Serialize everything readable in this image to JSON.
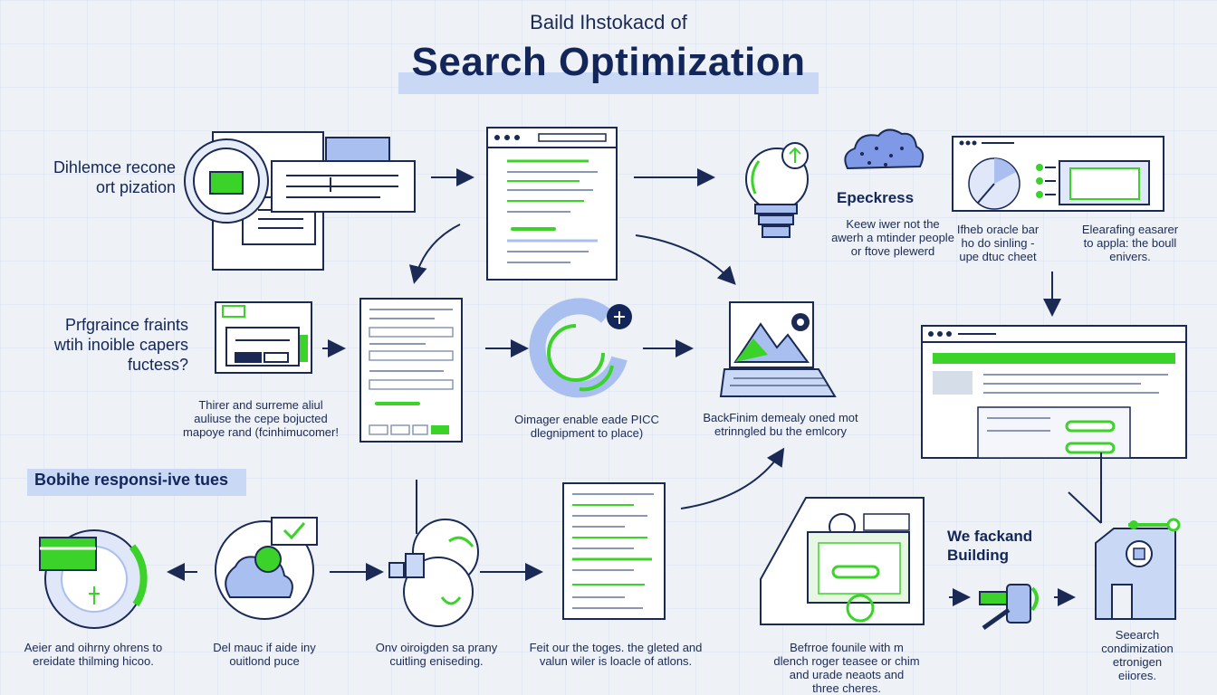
{
  "header": {
    "subtitle": "Baild Ihstokacd of",
    "title": "Search Optimization"
  },
  "row1": {
    "left_label": [
      "Dihlemce recone",
      "ort pization"
    ],
    "epeckress_title": "Epeckress",
    "epeckress_desc": [
      "Keew iwer not the",
      "awerh a mtinder people",
      "or ftove plewerd"
    ],
    "panel_left_desc": [
      "Ifheb oracle bar",
      "ho do sinling -",
      "upe dtuc cheet"
    ],
    "panel_right_desc": [
      "Elearafing easarer",
      "to appla: the boull",
      "enivers."
    ]
  },
  "row2": {
    "left_label": [
      "Prfgraince fraints",
      "wtih inoible capers",
      "fuctess?"
    ],
    "left_desc": [
      "Thirer and surreme aliul",
      "auliuse the cepe bojucted",
      "mapoye rand (fcinhimucomer!"
    ],
    "middle_desc": [
      "Oimager enable eade PICC",
      "dlegnipment to place)"
    ],
    "right_desc": [
      "BackFinim demealy oned mot",
      "etrinngled bu the emlcory"
    ]
  },
  "row3": {
    "mobile_title": "Bobihe responsi-ive tues",
    "descs": [
      [
        "Aeier and oihrny ohrens to",
        "ereidate thilming hicoo."
      ],
      [
        "Del mauc if aide iny",
        "ouitlond puce"
      ],
      [
        "Onv oiroigden sa prany",
        "cuitling eniseding."
      ],
      [
        "Feit our the toges. the gleted and",
        "valun wiler is loacle of atlons."
      ],
      [
        "Befrroe founile with m",
        "dlench roger teasee or chim",
        "and urade neaots and",
        "three cheres."
      ]
    ],
    "we_title": [
      "We fackand",
      "Building"
    ],
    "final_desc": [
      "Seearch",
      "condimization",
      "etronigen",
      "eiiores."
    ]
  },
  "colors": {
    "navy": "#1b2a55",
    "blue_light": "#c9d8f4",
    "blue_fill": "#a9bff0",
    "green": "#3bd32a"
  }
}
